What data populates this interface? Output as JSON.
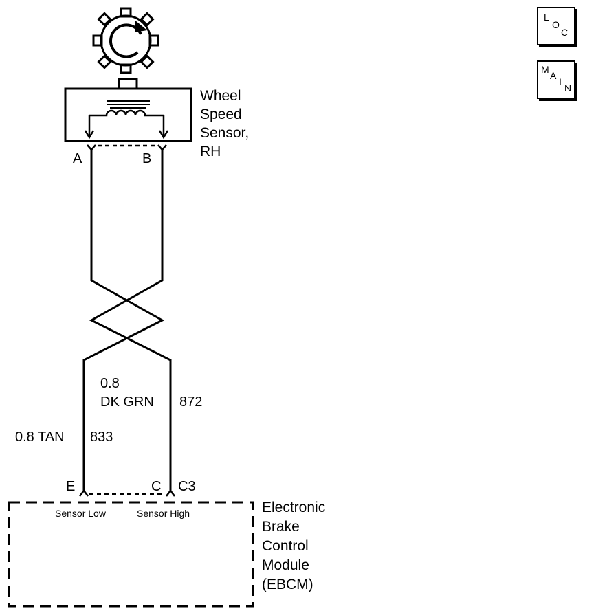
{
  "nav": {
    "loc": {
      "l1": "L",
      "l2": "O",
      "l3": "C"
    },
    "main": {
      "l1": "M",
      "l2": "A",
      "l3": "I",
      "l4": "N"
    }
  },
  "sensor": {
    "label_lines": [
      "Wheel",
      "Speed",
      "Sensor,",
      "RH"
    ],
    "pin_a": "A",
    "pin_b": "B"
  },
  "wires": {
    "left_gauge_color": "0.8 TAN",
    "left_circuit": "833",
    "right_gauge": "0.8",
    "right_color": "DK GRN",
    "right_circuit": "872"
  },
  "module": {
    "pin_e": "E",
    "pin_c": "C",
    "connector": "C3",
    "terminal_low": "Sensor Low",
    "terminal_high": "Sensor High",
    "label_lines": [
      "Electronic",
      "Brake",
      "Control",
      "Module",
      "(EBCM)"
    ]
  }
}
